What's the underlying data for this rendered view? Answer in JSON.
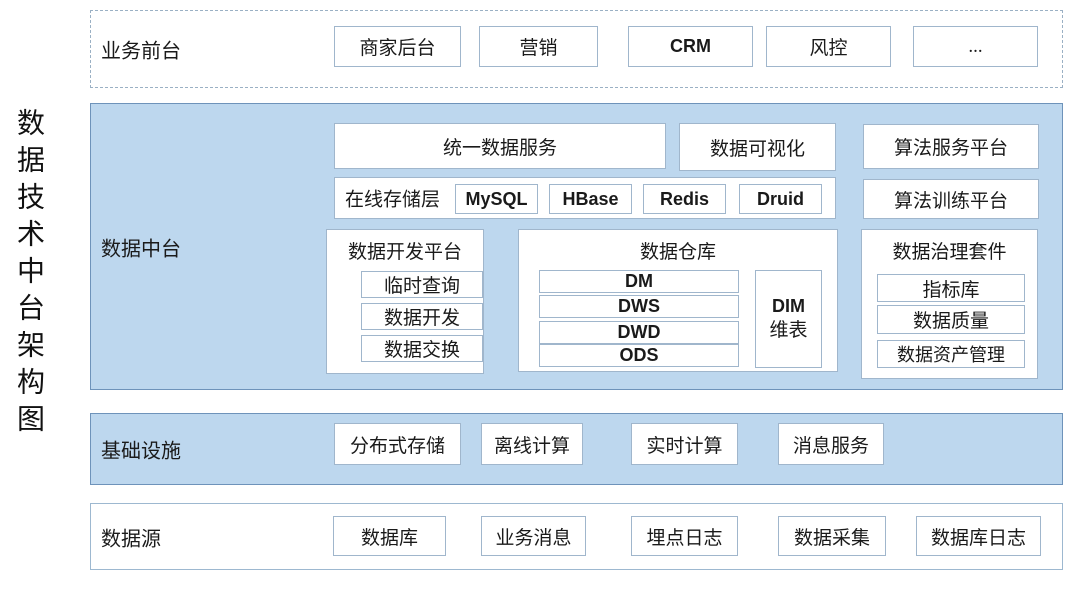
{
  "title_vertical": "数据技术中台架构图",
  "colors": {
    "panel_blue": "#bdd7ee",
    "panel_border": "#6e93ba",
    "box_border": "#a0b6cc",
    "text": "#1a1a1a"
  },
  "frontend": {
    "label": "业务前台",
    "items": [
      "商家后台",
      "营销",
      "CRM",
      "风控",
      "..."
    ]
  },
  "middle": {
    "label": "数据中台",
    "unified_service": "统一数据服务",
    "visualization": "数据可视化",
    "algo_service": "算法服务平台",
    "online_storage": {
      "label": "在线存储层",
      "items": [
        "MySQL",
        "HBase",
        "Redis",
        "Druid"
      ]
    },
    "algo_training": "算法训练平台",
    "dev_platform": {
      "title": "数据开发平台",
      "items": [
        "临时查询",
        "数据开发",
        "数据交换"
      ]
    },
    "warehouse": {
      "title": "数据仓库",
      "layers": [
        "DM",
        "DWS",
        "DWD",
        "ODS"
      ],
      "dim": {
        "line1": "DIM",
        "line2": "维表"
      }
    },
    "governance": {
      "title": "数据治理套件",
      "items": [
        "指标库",
        "数据质量",
        "数据资产管理"
      ]
    }
  },
  "infrastructure": {
    "label": "基础设施",
    "items": [
      "分布式存储",
      "离线计算",
      "实时计算",
      "消息服务"
    ]
  },
  "datasource": {
    "label": "数据源",
    "items": [
      "数据库",
      "业务消息",
      "埋点日志",
      "数据采集",
      "数据库日志"
    ]
  }
}
